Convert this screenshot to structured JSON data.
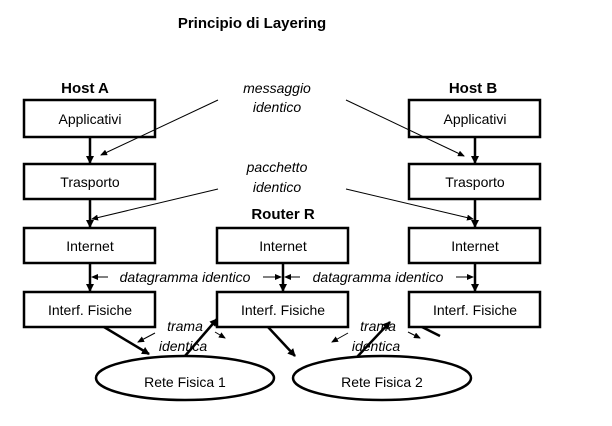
{
  "title": "Principio di Layering",
  "nodes": {
    "host_a": {
      "label": "Host A",
      "layers": [
        "Applicativi",
        "Trasporto",
        "Internet",
        "Interf. Fisiche"
      ]
    },
    "router_r": {
      "label": "Router R",
      "layers": [
        "Internet",
        "Interf. Fisiche"
      ]
    },
    "host_b": {
      "label": "Host B",
      "layers": [
        "Applicativi",
        "Trasporto",
        "Internet",
        "Interf. Fisiche"
      ]
    }
  },
  "networks": [
    "Rete Fisica 1",
    "Rete Fisica 2"
  ],
  "annotations": {
    "message": [
      "messaggio",
      "identico"
    ],
    "packet": [
      "pacchetto",
      "identico"
    ],
    "datagram": "datagramma identico",
    "frame": [
      "trama",
      "identica"
    ]
  }
}
